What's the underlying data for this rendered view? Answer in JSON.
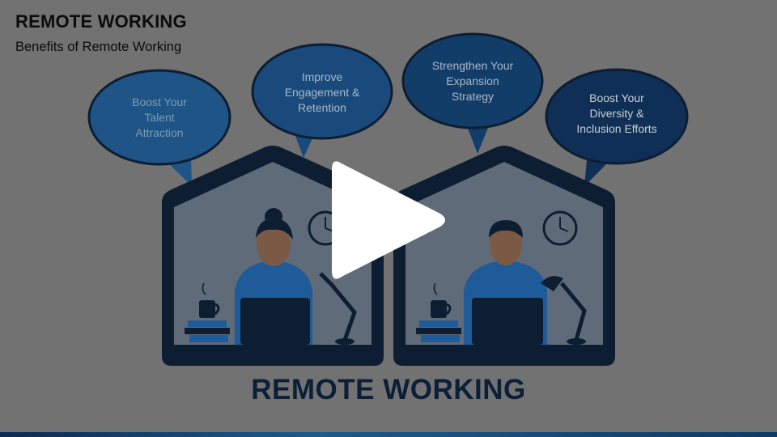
{
  "slide": {
    "title": "REMOTE WORKING",
    "subtitle": "Benefits of Remote Working",
    "bottom_title": "REMOTE WORKING"
  },
  "bubbles": [
    {
      "text": "Boost Your\nTalent\nAttraction",
      "color": "#1f5486",
      "text_color": "#7f9bb5"
    },
    {
      "text": "Improve\nEngagement &\nRetention",
      "color": "#1a4a7c",
      "text_color": "#a9b9c8"
    },
    {
      "text": "Strengthen Your\nExpansion\nStrategy",
      "color": "#123d69",
      "text_color": "#a9b9c8"
    },
    {
      "text": "Boost Your\nDiversity &\nInclusion Efforts",
      "color": "#0f2f56",
      "text_color": "#c8d0d8"
    }
  ],
  "icons": {
    "play": "play-icon",
    "clock": "clock-icon",
    "coffee": "coffee-cup-icon",
    "books": "book-stack-icon",
    "lamp": "desk-lamp-icon",
    "laptop": "laptop-icon"
  },
  "colors": {
    "background": "#727272",
    "house_frame": "#0d1e33",
    "house_inner": "#5f6b78",
    "person_shirt": "#1f5a99",
    "skin": "#7a5a44"
  }
}
